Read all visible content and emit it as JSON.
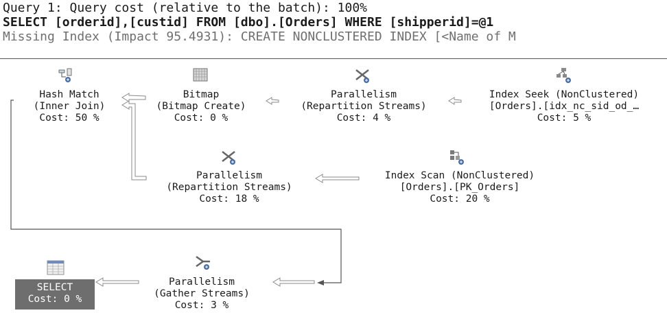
{
  "header": {
    "line1": "Query 1: Query cost (relative to the batch): 100%",
    "line2": "SELECT [orderid],[custid] FROM [dbo].[Orders] WHERE [shipperid]=@1",
    "line3": "Missing Index (Impact 95.4931): CREATE NONCLUSTERED INDEX [<Name of M"
  },
  "nodes": {
    "hash_match": {
      "name": "Hash Match",
      "detail": "(Inner Join)",
      "cost": "Cost: 50 %",
      "icon": "hash-match-icon"
    },
    "bitmap": {
      "name": "Bitmap",
      "detail": "(Bitmap Create)",
      "cost": "Cost: 0 %",
      "icon": "bitmap-icon"
    },
    "parallelism_top": {
      "name": "Parallelism",
      "detail": "(Repartition Streams)",
      "cost": "Cost: 4 %",
      "icon": "parallelism-icon"
    },
    "index_seek": {
      "name": "Index Seek (NonClustered)",
      "detail": "[Orders].[idx_nc_sid_od_…",
      "cost": "Cost: 5 %",
      "icon": "index-seek-icon"
    },
    "parallelism_mid": {
      "name": "Parallelism",
      "detail": "(Repartition Streams)",
      "cost": "Cost: 18 %",
      "icon": "parallelism-icon"
    },
    "index_scan": {
      "name": "Index Scan (NonClustered)",
      "detail": "[Orders].[PK_Orders]",
      "cost": "Cost: 20 %",
      "icon": "index-scan-icon"
    },
    "parallelism_gather": {
      "name": "Parallelism",
      "detail": "(Gather Streams)",
      "cost": "Cost: 3 %",
      "icon": "gather-streams-icon"
    },
    "select": {
      "name": "SELECT",
      "cost": "Cost: 0 %",
      "icon": "select-icon"
    }
  }
}
